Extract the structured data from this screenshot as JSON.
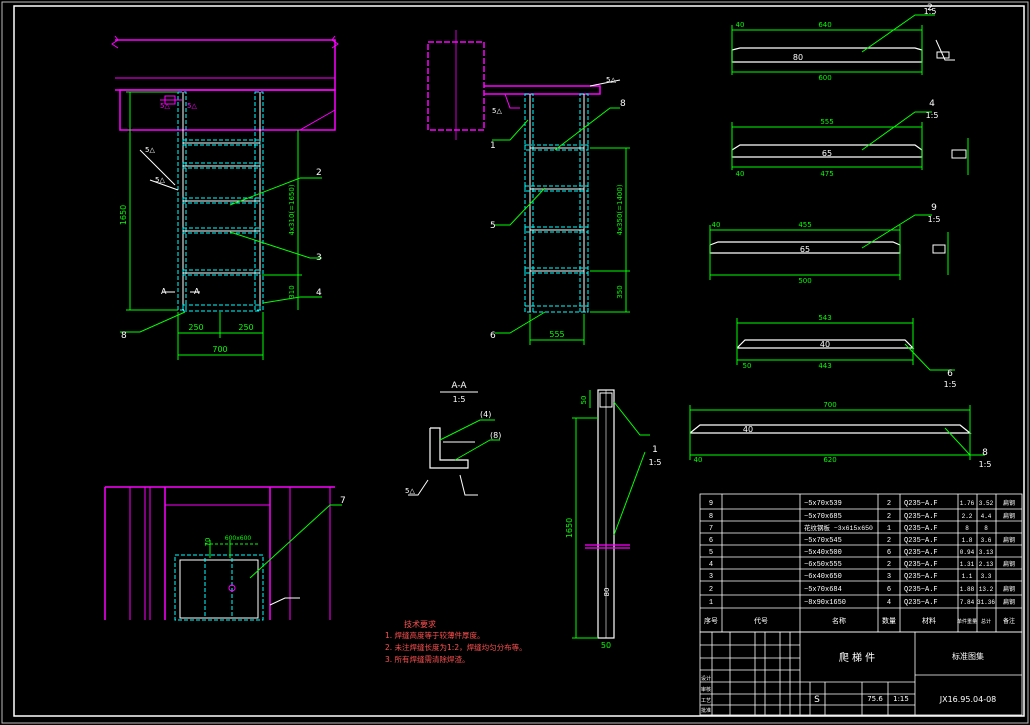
{
  "colors": {
    "background": "#000000",
    "frame": "#ffffff",
    "steel": "#ff00ff",
    "outline": "#ffffff",
    "hidden": "#00ffff",
    "dimension": "#00ff00",
    "leader": "#00ff00",
    "note": "#ff5050",
    "text": "#ffffff"
  },
  "elevation_view": {
    "dim_height": "1650",
    "dim_spacing": "4x310(=1650)",
    "dim_bottom_seg": "310",
    "dim_left": "250",
    "dim_right": "250",
    "dim_total_width": "700",
    "weld_sym_1": "5△",
    "weld_sym_2": "5△",
    "weld_sym_3": "5△",
    "weld_sym_4": "5△",
    "callouts": [
      "2",
      "3",
      "4",
      "8"
    ],
    "section_mark": "A"
  },
  "side_view": {
    "dim_spacing": "4x350(=1400)",
    "dim_bottom_seg": "350",
    "dim_width": "555",
    "weld_sym": "5△",
    "callouts": [
      "1",
      "5",
      "6",
      "8"
    ]
  },
  "section_aa": {
    "title": "A-A",
    "scale": "1:5",
    "callouts": [
      "(4)",
      "(8)"
    ],
    "weld_sym": "5△"
  },
  "post_view": {
    "dim_height": "1650",
    "dim_top": "50",
    "dim_bottom": "50",
    "inner_label": "80",
    "detail_ref": "1",
    "detail_scale": "1:5"
  },
  "plan_view": {
    "callout": "7",
    "dim_1": "70",
    "dim_2": "600x600"
  },
  "details": [
    {
      "ref": "2",
      "scale": "1:5",
      "overall": "640",
      "inner": "80",
      "bottom": "600",
      "left": "40"
    },
    {
      "ref": "4",
      "scale": "1:5",
      "overall": "555",
      "inner": "65",
      "bottom": "475",
      "left": "40"
    },
    {
      "ref": "9",
      "scale": "1:5",
      "overall": "455",
      "inner": "65",
      "bottom": "500",
      "left": "40"
    },
    {
      "ref": "6",
      "scale": "1:5",
      "overall": "543",
      "inner": "40",
      "bottom": "443",
      "left": "50"
    },
    {
      "ref": "8",
      "scale": "1:5",
      "overall": "700",
      "inner": "40",
      "bottom": "620",
      "left": "40"
    }
  ],
  "parts_table": {
    "header": [
      "序号",
      "代号",
      "名称",
      "数量",
      "材料",
      "单件重量",
      "总计",
      "备注"
    ],
    "rows": [
      {
        "no": "9",
        "name": "−5x70x539",
        "qty": "2",
        "mat": "Q235−A.F",
        "w1": "1.76",
        "w2": "3.52",
        "note": "扁钢"
      },
      {
        "no": "8",
        "name": "−5x70x685",
        "qty": "2",
        "mat": "Q235−A.F",
        "w1": "2.2",
        "w2": "4.4",
        "note": "扁钢"
      },
      {
        "no": "7",
        "name": "花纹钢板 −3x615x650",
        "qty": "1",
        "mat": "Q235−A.F",
        "w1": "8",
        "w2": "8",
        "note": ""
      },
      {
        "no": "6",
        "name": "−5x70x545",
        "qty": "2",
        "mat": "Q235−A.F",
        "w1": "1.8",
        "w2": "3.6",
        "note": "扁钢"
      },
      {
        "no": "5",
        "name": "−5x40x500",
        "qty": "6",
        "mat": "Q235−A.F",
        "w1": "0.94",
        "w2": "3.13",
        "note": ""
      },
      {
        "no": "4",
        "name": "−6x50x555",
        "qty": "2",
        "mat": "Q235−A.F",
        "w1": "1.31",
        "w2": "2.13",
        "note": "扁钢"
      },
      {
        "no": "3",
        "name": "−6x40x650",
        "qty": "3",
        "mat": "Q235−A.F",
        "w1": "1.1",
        "w2": "3.3",
        "note": ""
      },
      {
        "no": "2",
        "name": "−5x70x684",
        "qty": "6",
        "mat": "Q235−A.F",
        "w1": "1.88",
        "w2": "13.2",
        "note": "扁钢"
      },
      {
        "no": "1",
        "name": "−8x90x1650",
        "qty": "4",
        "mat": "Q235−A.F",
        "w1": "7.84",
        "w2": "31.36",
        "note": "扁钢"
      }
    ]
  },
  "title_block": {
    "drawing_name": "爬 梯 件",
    "company": "标准图集",
    "weight": "75.6",
    "scale": "1:15",
    "stage": "S",
    "drawing_no": "JX16.95.04-08",
    "row_labels": [
      "设计",
      "审核",
      "工艺",
      "批准"
    ]
  },
  "notes": {
    "title": "技术要求",
    "items": [
      "1. 焊缝高度等于较薄件厚度。",
      "2. 未注焊缝长度为1:2，焊缝均匀分布等。",
      "3. 所有焊缝需清除焊渣。"
    ]
  }
}
